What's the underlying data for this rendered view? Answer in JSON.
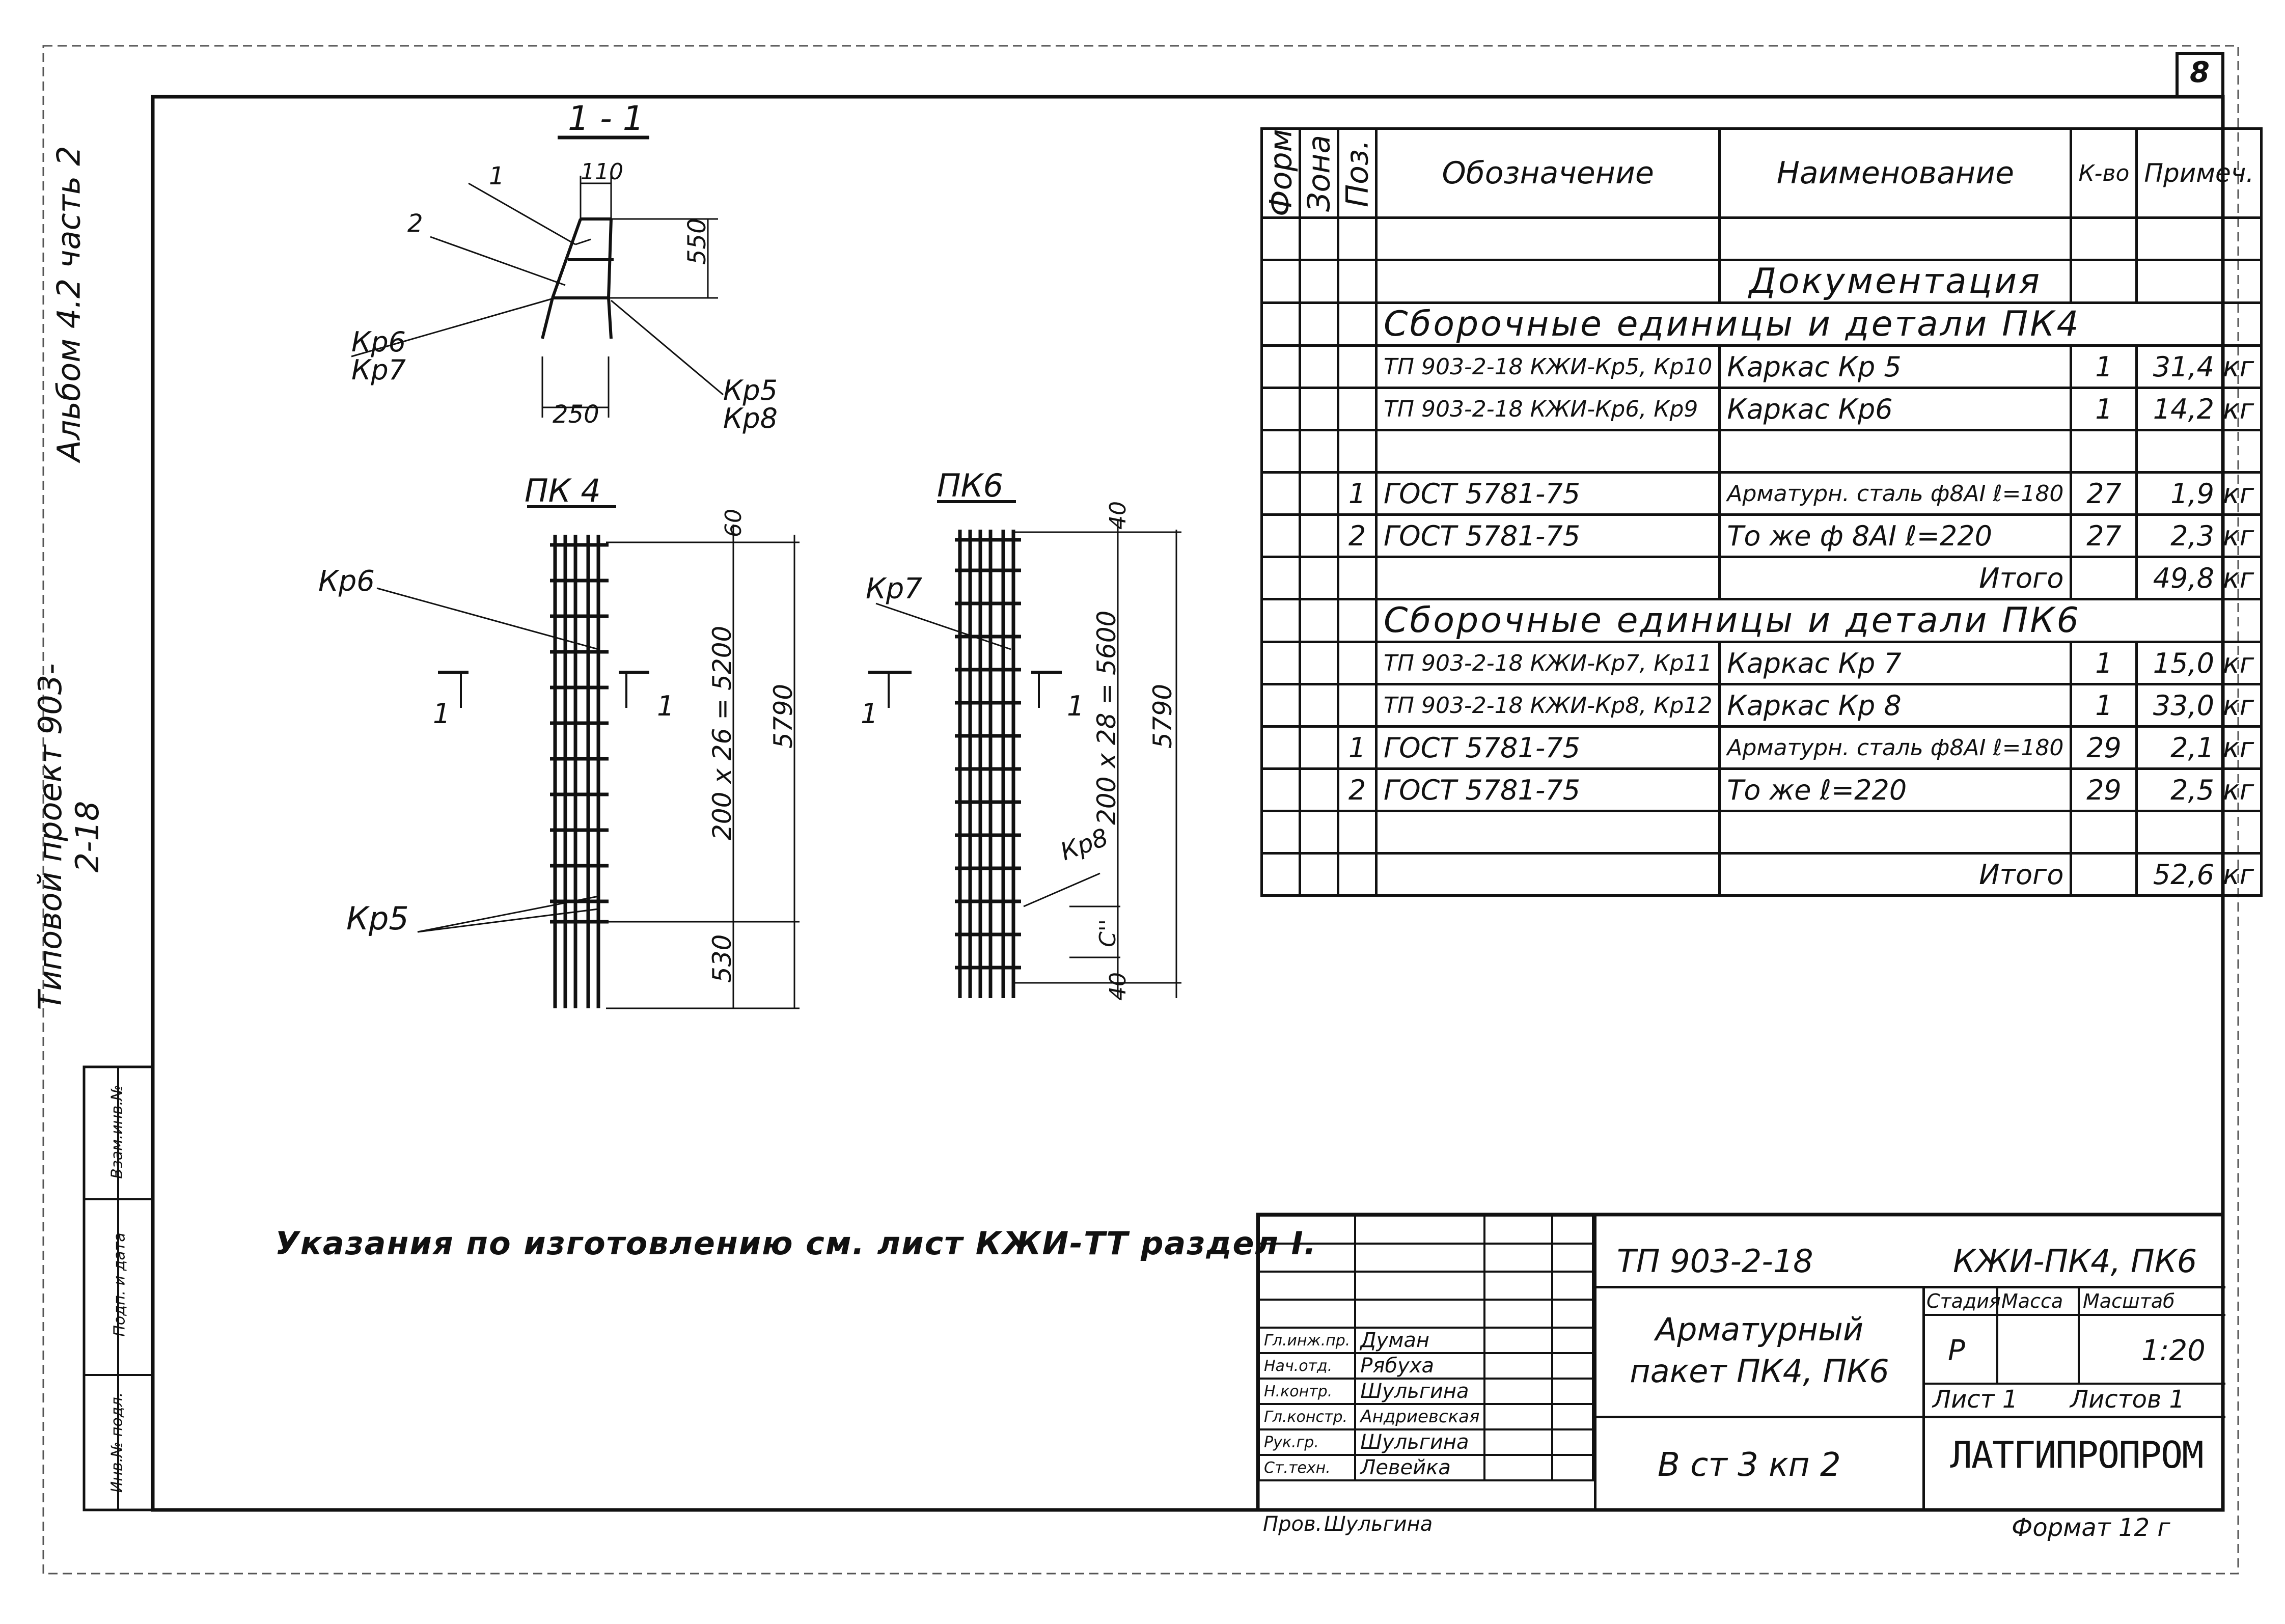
{
  "sheet_number": "8",
  "side_text": {
    "album": "Альбом 4.2 часть 2",
    "project": "Типовой проект 903-2-18",
    "stamp_1": "Взам.инв.№",
    "stamp_2": "Подп. и дата",
    "stamp_3": "Инв.№ подл."
  },
  "drawing": {
    "section_title": "1 - 1",
    "section_dims": {
      "top": "110",
      "height": "550",
      "bottom": "250"
    },
    "section_labels": {
      "pos1": "1",
      "pos2": "2",
      "kr6": "Кр6",
      "kr7": "Кр7",
      "kr5": "Кр5",
      "kr8": "Кр8"
    },
    "pk4": {
      "title": "ПК 4",
      "kr6": "Кр6",
      "kr5": "Кр5",
      "cut_left": "1",
      "cut_right": "1",
      "dim_top": "60",
      "dim_middle": "200 х 26 = 5200",
      "dim_bottom": "530",
      "dim_total": "5790"
    },
    "pk6": {
      "title": "ПК6",
      "kr7": "Кр7",
      "kr8": "Кр8",
      "cut_left": "1",
      "cut_right": "1",
      "dim_top": "40",
      "dim_middle": "200 х 28 = 5600",
      "dim_mark": "С''",
      "dim_bottom": "40",
      "dim_total": "5790"
    }
  },
  "spec_table": {
    "headers": {
      "format": "Форм.",
      "zone": "Зона",
      "pos": "Поз.",
      "designation": "Обозначение",
      "name": "Наименование",
      "qty": "К-во",
      "note": "Примеч."
    },
    "rows": [
      {
        "pos": "",
        "designation": "",
        "name": "",
        "qty": "",
        "note": ""
      },
      {
        "pos": "",
        "designation": "",
        "name": "Документация",
        "qty": "",
        "note": ""
      },
      {
        "pos": "",
        "designation": "Сборочные единицы и детали ПК4",
        "name": "",
        "qty": "",
        "note": "",
        "section": true
      },
      {
        "pos": "",
        "designation": "ТП 903-2-18 КЖИ-Кр5, Кр10",
        "name": "Каркас  Кр 5",
        "qty": "1",
        "note": "31,4 кг"
      },
      {
        "pos": "",
        "designation": "ТП 903-2-18 КЖИ-Кр6, Кр9",
        "name": "Каркас  Кр6",
        "qty": "1",
        "note": "14,2 кг"
      },
      {
        "pos": "",
        "designation": "",
        "name": "",
        "qty": "",
        "note": ""
      },
      {
        "pos": "1",
        "designation": "ГОСТ  5781-75",
        "name": "Арматурн. сталь ф8АI  ℓ=180",
        "qty": "27",
        "note": "1,9 кг"
      },
      {
        "pos": "2",
        "designation": "ГОСТ  5781-75",
        "name": "То же  ф 8АI  ℓ=220",
        "qty": "27",
        "note": "2,3 кг"
      },
      {
        "pos": "",
        "designation": "",
        "name": "Итого",
        "qty": "",
        "note": "49,8 кг"
      },
      {
        "pos": "",
        "designation": "Сборочные единицы и детали ПК6",
        "name": "",
        "qty": "",
        "note": "",
        "section": true
      },
      {
        "pos": "",
        "designation": "ТП 903-2-18 КЖИ-Кр7, Кр11",
        "name": "Каркас  Кр 7",
        "qty": "1",
        "note": "15,0 кг"
      },
      {
        "pos": "",
        "designation": "ТП 903-2-18 КЖИ-Кр8, Кр12",
        "name": "Каркас  Кр 8",
        "qty": "1",
        "note": "33,0 кг"
      },
      {
        "pos": "1",
        "designation": "ГОСТ     5781-75",
        "name": "Арматурн. сталь ф8АI  ℓ=180",
        "qty": "29",
        "note": "2,1 кг"
      },
      {
        "pos": "2",
        "designation": "ГОСТ     5781-75",
        "name": "То же        ℓ=220",
        "qty": "29",
        "note": "2,5 кг"
      },
      {
        "pos": "",
        "designation": "",
        "name": "",
        "qty": "",
        "note": ""
      },
      {
        "pos": "",
        "designation": "",
        "name": "Итого",
        "qty": "",
        "note": "52,6 кг"
      }
    ]
  },
  "note_text": "Указания по изготовлению см. лист КЖИ-ТТ раздел I.",
  "title_block": {
    "project_code": "ТП 903-2-18",
    "drawing_code": "КЖИ-ПК4, ПК6",
    "title": "Арматурный пакет ПК4, ПК6",
    "material": "В ст 3 кп 2",
    "stage_label": "Стадия",
    "mass_label": "Масса",
    "scale_label": "Масштаб",
    "stage": "Р",
    "mass": "",
    "scale": "1:20",
    "sheet_label": "Лист 1",
    "sheets_label": "Листов 1",
    "organization": "ЛАТГИПРОПРОМ",
    "format": "Формат 12 г",
    "signers": [
      {
        "role": "Гл.инж.пр.",
        "name": "Думан"
      },
      {
        "role": "Нач.отд.",
        "name": "Рябуха"
      },
      {
        "role": "Н.контр.",
        "name": "Шульгина"
      },
      {
        "role": "Гл.констр.",
        "name": "Андриевская"
      },
      {
        "role": "Рук.гр.",
        "name": "Шульгина"
      },
      {
        "role": "Ст.техн.",
        "name": "Левейка"
      }
    ],
    "checked_role": "Пров.",
    "checked_name": "Шульгина"
  }
}
